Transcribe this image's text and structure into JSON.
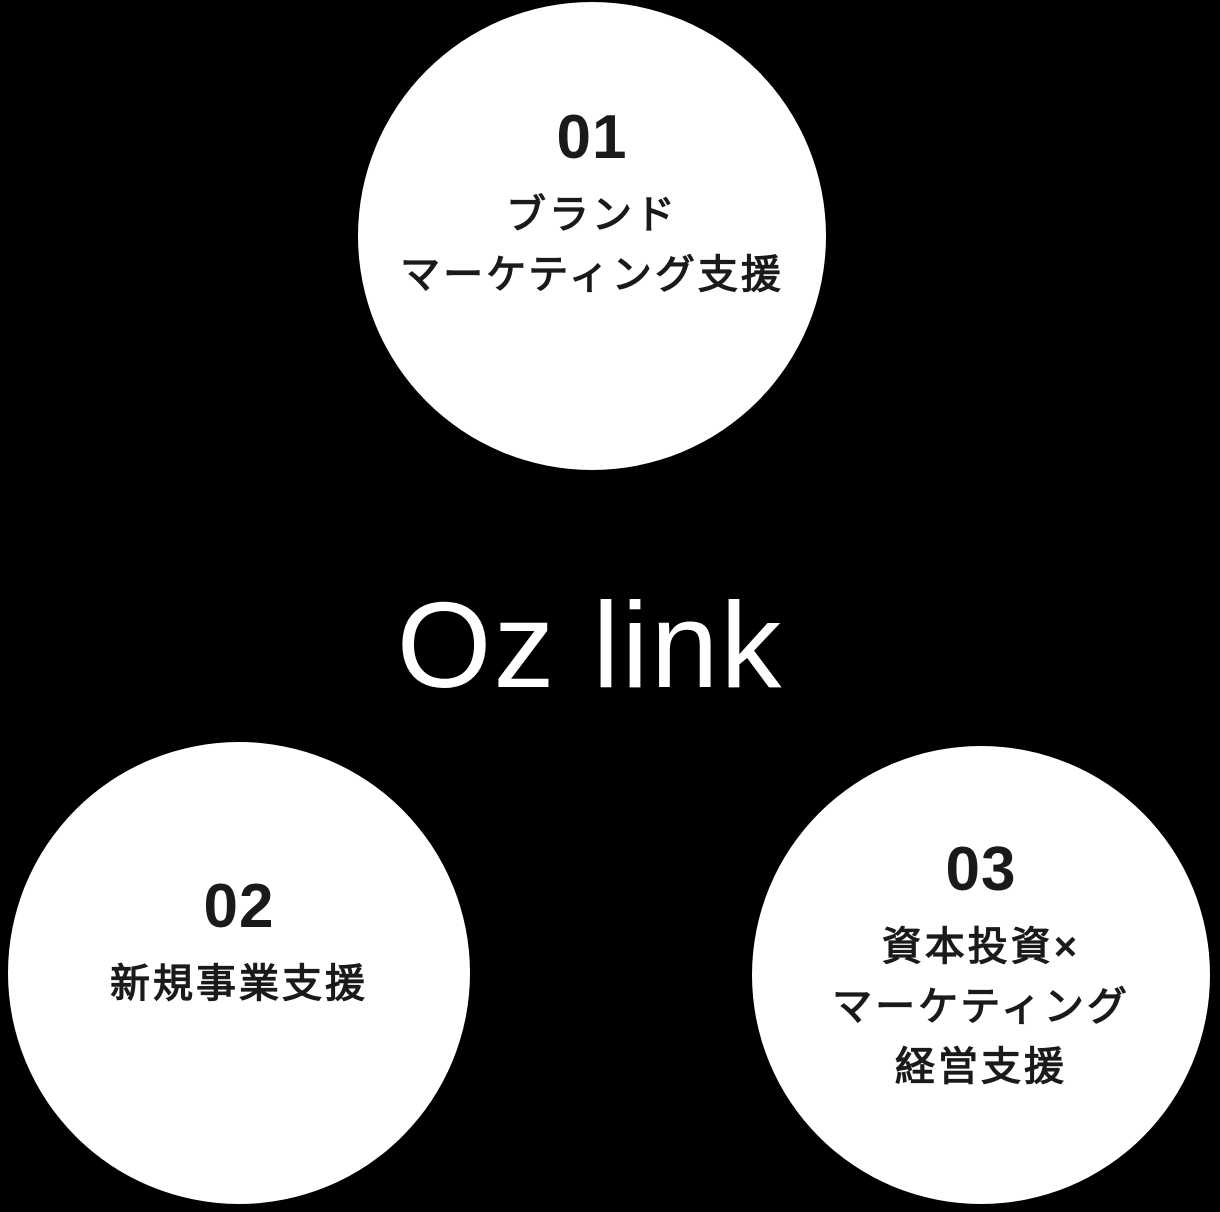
{
  "logo": {
    "text": "Oz link"
  },
  "circles": [
    {
      "number": "01",
      "lines": [
        "ブランド",
        "マーケティング支援"
      ]
    },
    {
      "number": "02",
      "lines": [
        "新規事業支援"
      ]
    },
    {
      "number": "03",
      "lines": [
        "資本投資×",
        "マーケティング",
        "経営支援"
      ]
    }
  ],
  "colors": {
    "background": "#000000",
    "circle_bg": "#ffffff",
    "circle_text": "#1a1a1a",
    "logo_text": "#ffffff"
  }
}
